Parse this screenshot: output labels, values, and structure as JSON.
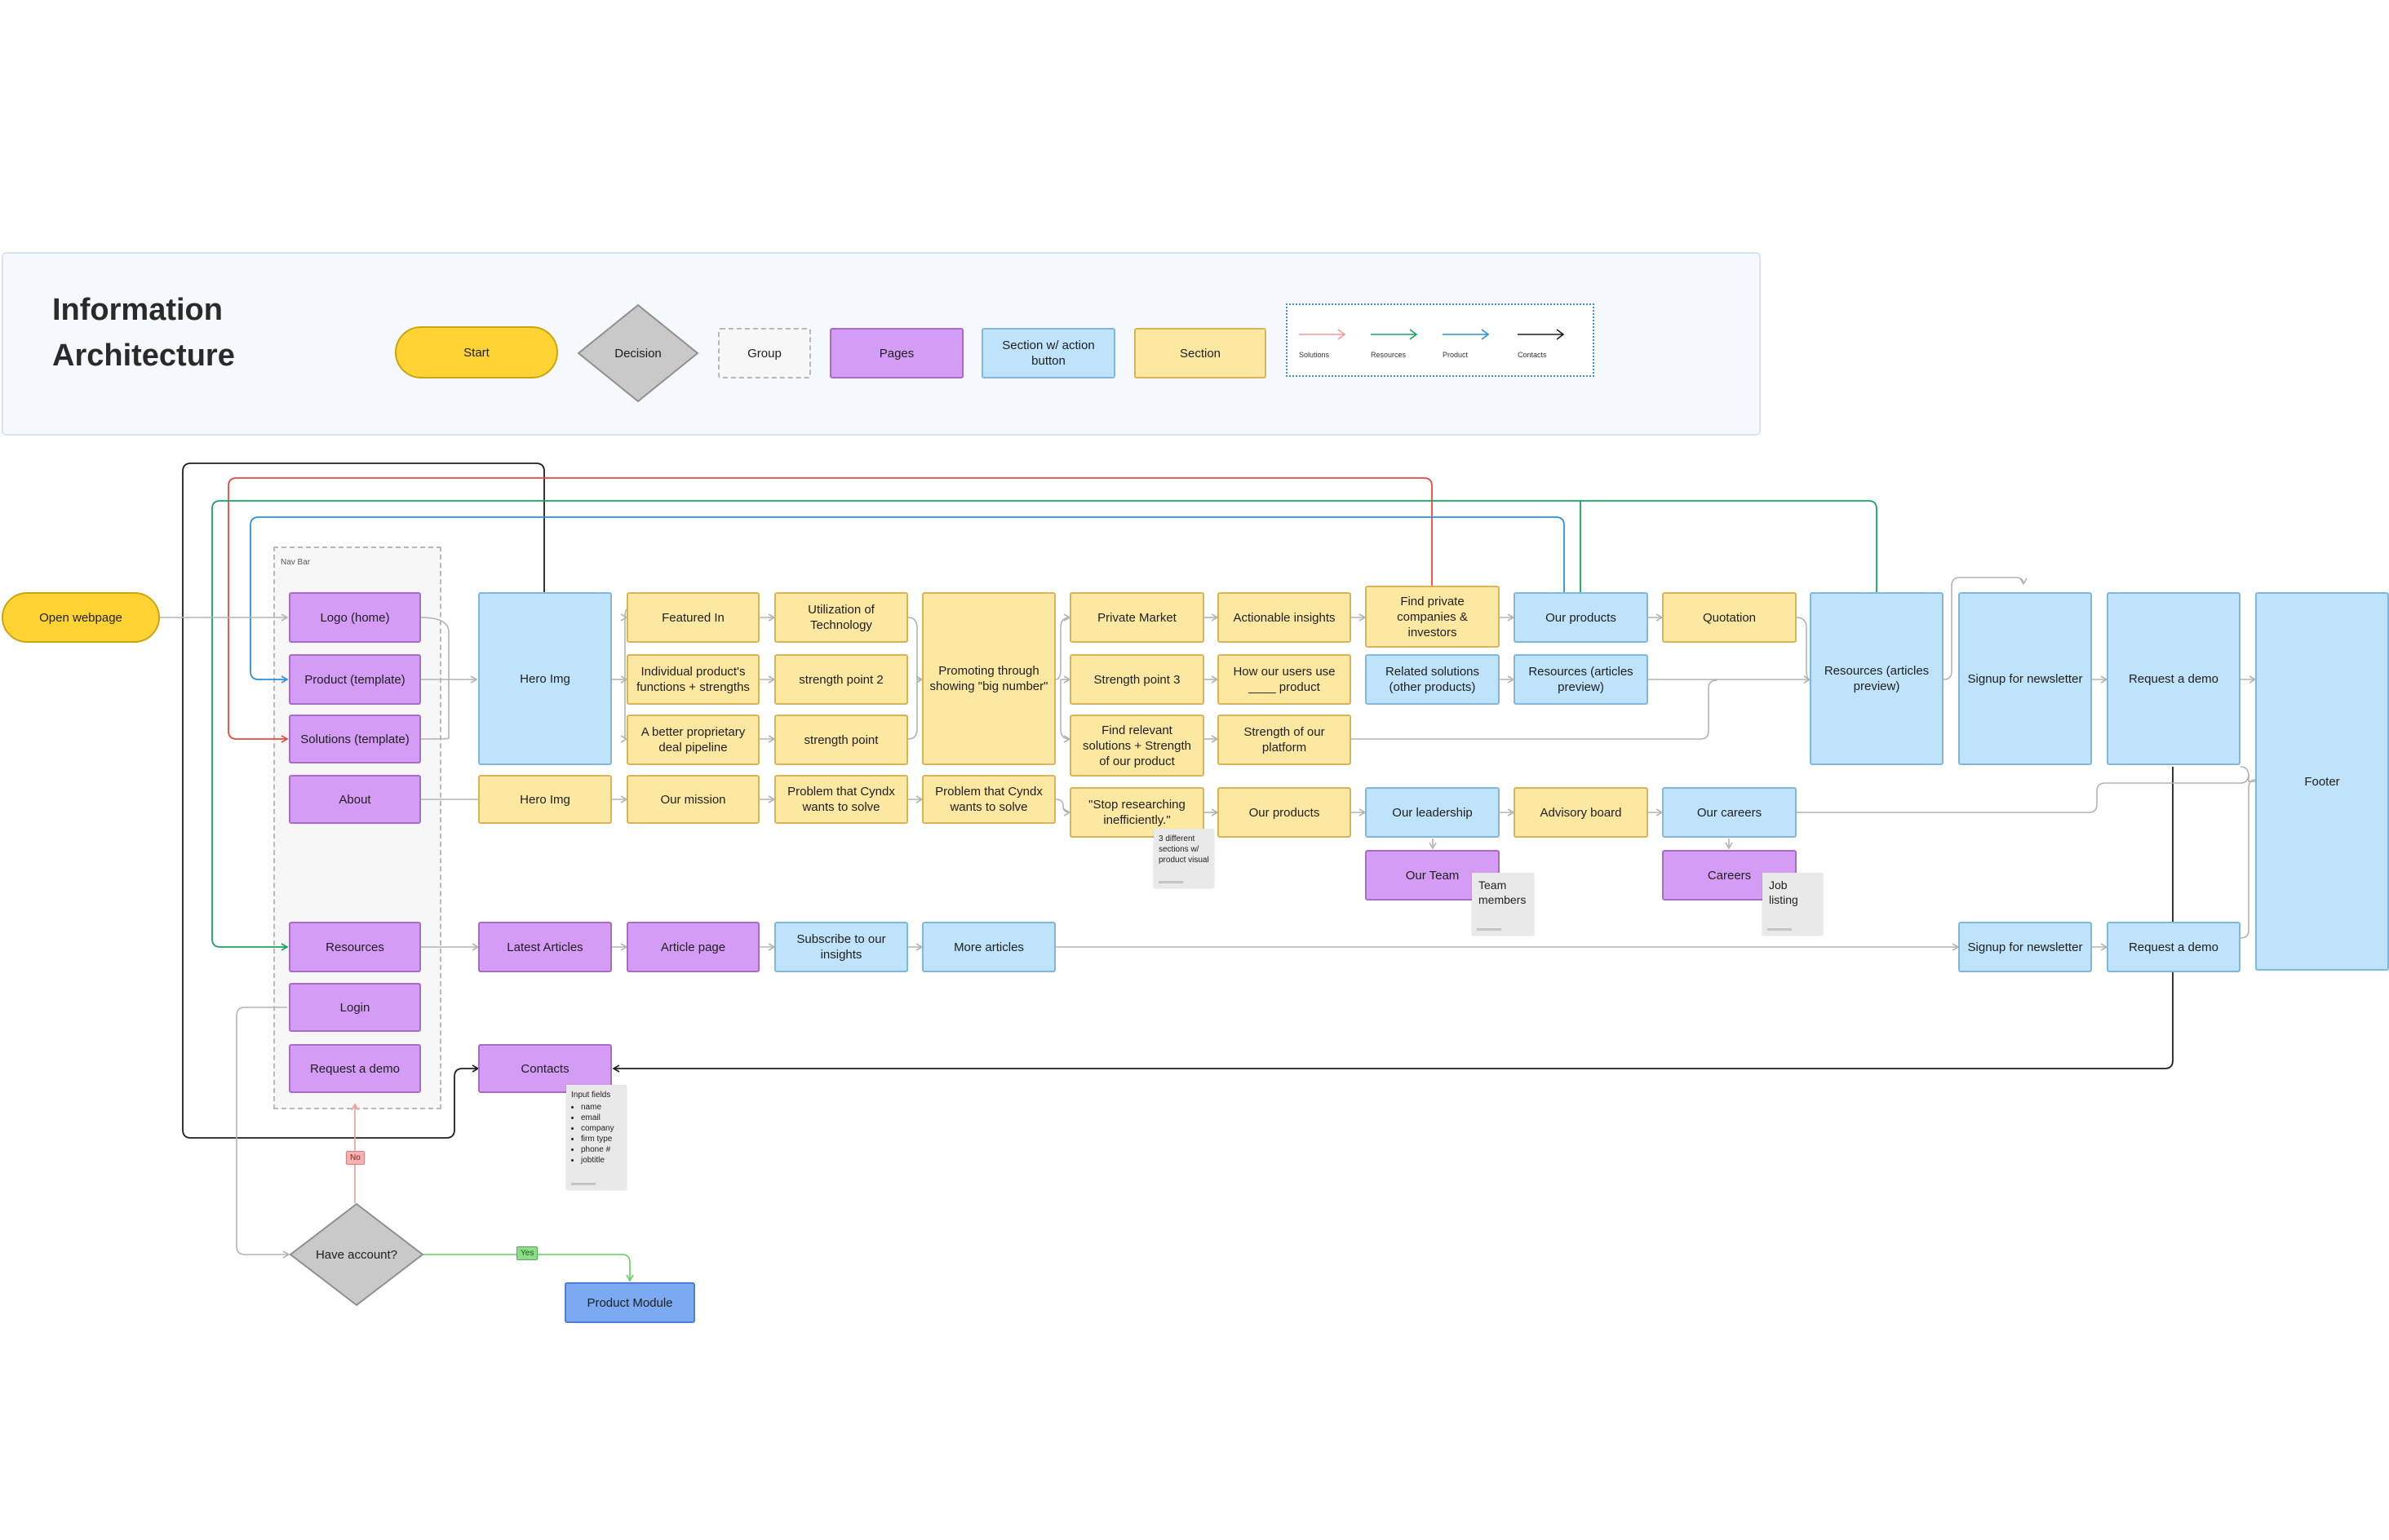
{
  "title": {
    "line1": "Information",
    "line2": "Architecture"
  },
  "legend": {
    "start": "Start",
    "decision": "Decision",
    "group": "Group",
    "pages": "Pages",
    "action": "Section w/ action button",
    "section": "Section",
    "arrows": {
      "solutions": "Solutions",
      "resources": "Resources",
      "product": "Product",
      "contacts": "Contacts"
    }
  },
  "colors": {
    "solutions": "#e54b3c",
    "resources": "#1aa260",
    "product": "#2b8fd9",
    "contacts": "#1e1e1e",
    "flow": "#b3b3b3",
    "page": "#d59cf6",
    "section": "#fde8a2",
    "action": "#bfe3fa",
    "start": "#ffd334"
  },
  "start": "Open webpage",
  "navbar": {
    "label": "Nav Bar",
    "logo": "Logo (home)",
    "product": "Product (template)",
    "solutions": "Solutions (template)",
    "about": "About",
    "resources": "Resources",
    "login": "Login",
    "request_demo": "Request a demo"
  },
  "home": {
    "hero": "Hero Img",
    "featured": "Featured In",
    "utilization": "Utilization of Technology",
    "individual": "Individual product's functions + strengths",
    "strength2": "strength point 2",
    "pipeline": "A better proprietary deal pipeline",
    "strength": "strength point",
    "promoting": "Promoting through showing \"big number\"",
    "private_market": "Private Market",
    "actionable": "Actionable insights",
    "find_private": "Find private companies & investors",
    "our_products": "Our products",
    "quotation": "Quotation",
    "strength3": "Strength point 3",
    "how_users": "How our users use ____ product",
    "related": "Related solutions (other products)",
    "resources_preview": "Resources (articles preview)",
    "find_relevant": "Find relevant solutions + Strength of our product",
    "strength_platform": "Strength of our platform",
    "resources_preview2": "Resources (articles preview)",
    "signup": "Signup for newsletter",
    "request_demo": "Request a demo",
    "footer": "Footer"
  },
  "about": {
    "hero": "Hero Img",
    "mission": "Our mission",
    "problem1": "Problem that Cyndx wants to solve",
    "problem2": "Problem that Cyndx wants to solve",
    "stop": "\"Stop researching inefficiently.\"",
    "products": "Our products",
    "leadership": "Our leadership",
    "advisory": "Advisory board",
    "careers": "Our careers",
    "team": "Our Team",
    "careers_page": "Careers"
  },
  "notes": {
    "sections": "3 different sections w/ product visual",
    "team_members": "Team members",
    "job_listing": "Job listing",
    "input_fields_title": "Input fields",
    "input_fields": [
      "name",
      "email",
      "company",
      "firm type",
      "phone #",
      "jobtitle"
    ]
  },
  "resources": {
    "latest": "Latest Articles",
    "article": "Article page",
    "subscribe": "Subscribe to our insights",
    "more": "More articles",
    "signup": "Signup for newsletter",
    "request_demo": "Request a demo"
  },
  "contacts": "Contacts",
  "have_account": "Have account?",
  "yes": "Yes",
  "no": "No",
  "product_module": "Product Module"
}
